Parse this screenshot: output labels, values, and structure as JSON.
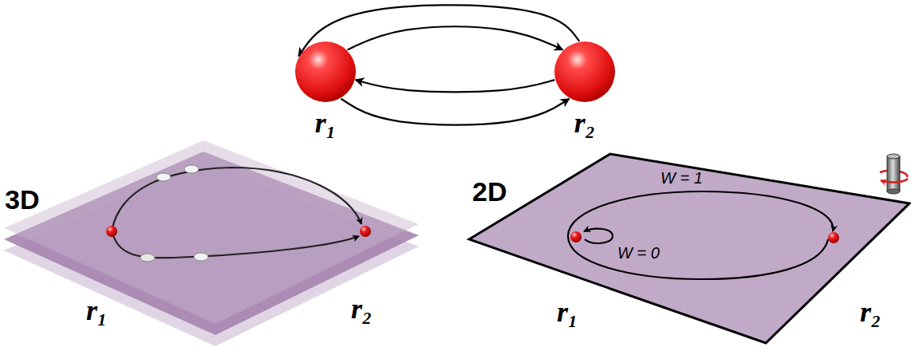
{
  "diagram": {
    "nodes": [
      {
        "text": [
          "r₁"
        ]
      },
      {
        "text": [
          "r₂"
        ]
      }
    ],
    "edges": [
      {
        "from": 1,
        "to": 0,
        "arrow": "to"
      },
      {
        "from": 0,
        "to": 1,
        "arrow": "to"
      },
      {
        "from": 1,
        "to": 0,
        "arrow": "to"
      },
      {
        "from": 0,
        "to": 1,
        "arrow": "to"
      }
    ],
    "labels": [
      "3D",
      "2D",
      "W = 1",
      "W = 0",
      "r₁",
      "r₂",
      "r₁",
      "r₂"
    ]
  }
}
